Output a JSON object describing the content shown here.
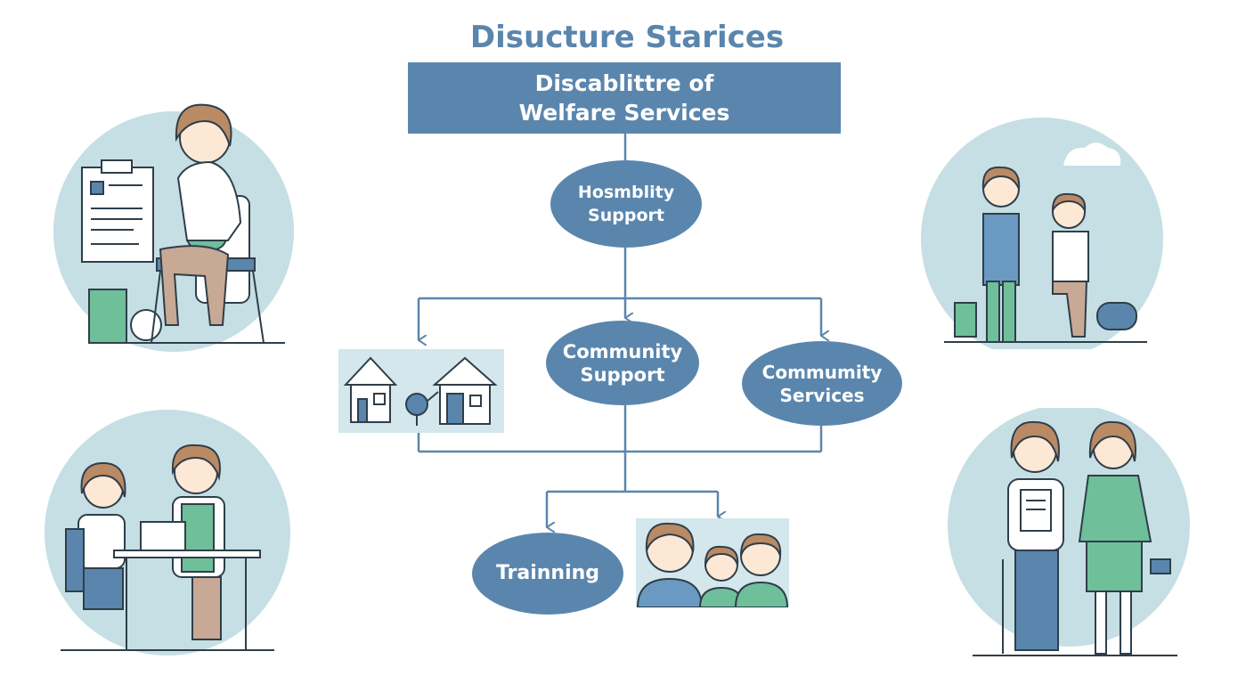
{
  "title": "Disucture Starices",
  "header_box": {
    "line1": "Discablittre of",
    "line2": "Welfare Services"
  },
  "nodes": {
    "top_oval": {
      "line1": "Hosmblity",
      "line2": "Support"
    },
    "community_support": {
      "line1": "Community",
      "line2": "Support"
    },
    "community_services": {
      "line1": "Commumity",
      "line2": "Services"
    },
    "training": {
      "line1": "Trainning"
    }
  },
  "colors": {
    "primary": "#5a86ad",
    "circle_bg": "#c5dfe4",
    "green": "#6fbf9a",
    "line": "#5a86ad"
  },
  "icons": [
    "houses-illustration",
    "family-illustration",
    "doctor-clipboard-illustration",
    "caregiver-elderly-illustration",
    "counseling-desk-illustration",
    "support-worker-illustration"
  ]
}
